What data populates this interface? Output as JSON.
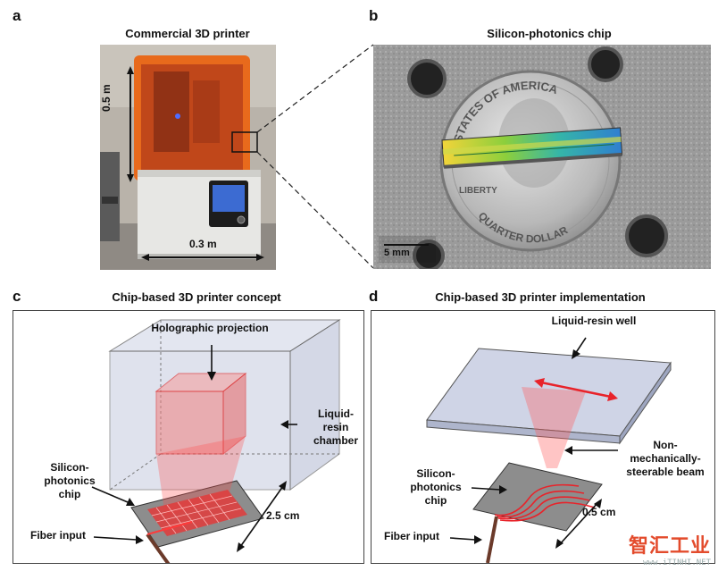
{
  "panels": {
    "a": {
      "letter": "a",
      "title": "Commercial 3D printer",
      "height_label": "0.5 m",
      "width_label": "0.3 m"
    },
    "b": {
      "letter": "b",
      "title": "Silicon-photonics chip",
      "scale_label": "5 mm",
      "coin_top": "STATES OF AMERICA",
      "coin_bottom": "QUARTER DOLLAR",
      "coin_liberty": "LIBERTY"
    },
    "c": {
      "letter": "c",
      "title": "Chip-based 3D printer concept",
      "holo": "Holographic projection",
      "chamber": [
        "Liquid-",
        "resin",
        "chamber"
      ],
      "chip": [
        "Silicon-",
        "photonics",
        "chip"
      ],
      "dim": "2.5 cm",
      "fiber": "Fiber input"
    },
    "d": {
      "letter": "d",
      "title": "Chip-based 3D printer implementation",
      "well": "Liquid-resin well",
      "beam": [
        "Non-",
        "mechanically-",
        "steerable beam"
      ],
      "chip": [
        "Silicon-",
        "photonics",
        "chip"
      ],
      "dim": "0.5 cm",
      "fiber": "Fiber input"
    }
  },
  "watermark": {
    "main": "智汇工业",
    "sub": "www.iTINHI.NET"
  },
  "colors": {
    "laser": "#e8232a",
    "resin_orange": "#e86a1c",
    "chip_gray": "#8d8d8d"
  }
}
